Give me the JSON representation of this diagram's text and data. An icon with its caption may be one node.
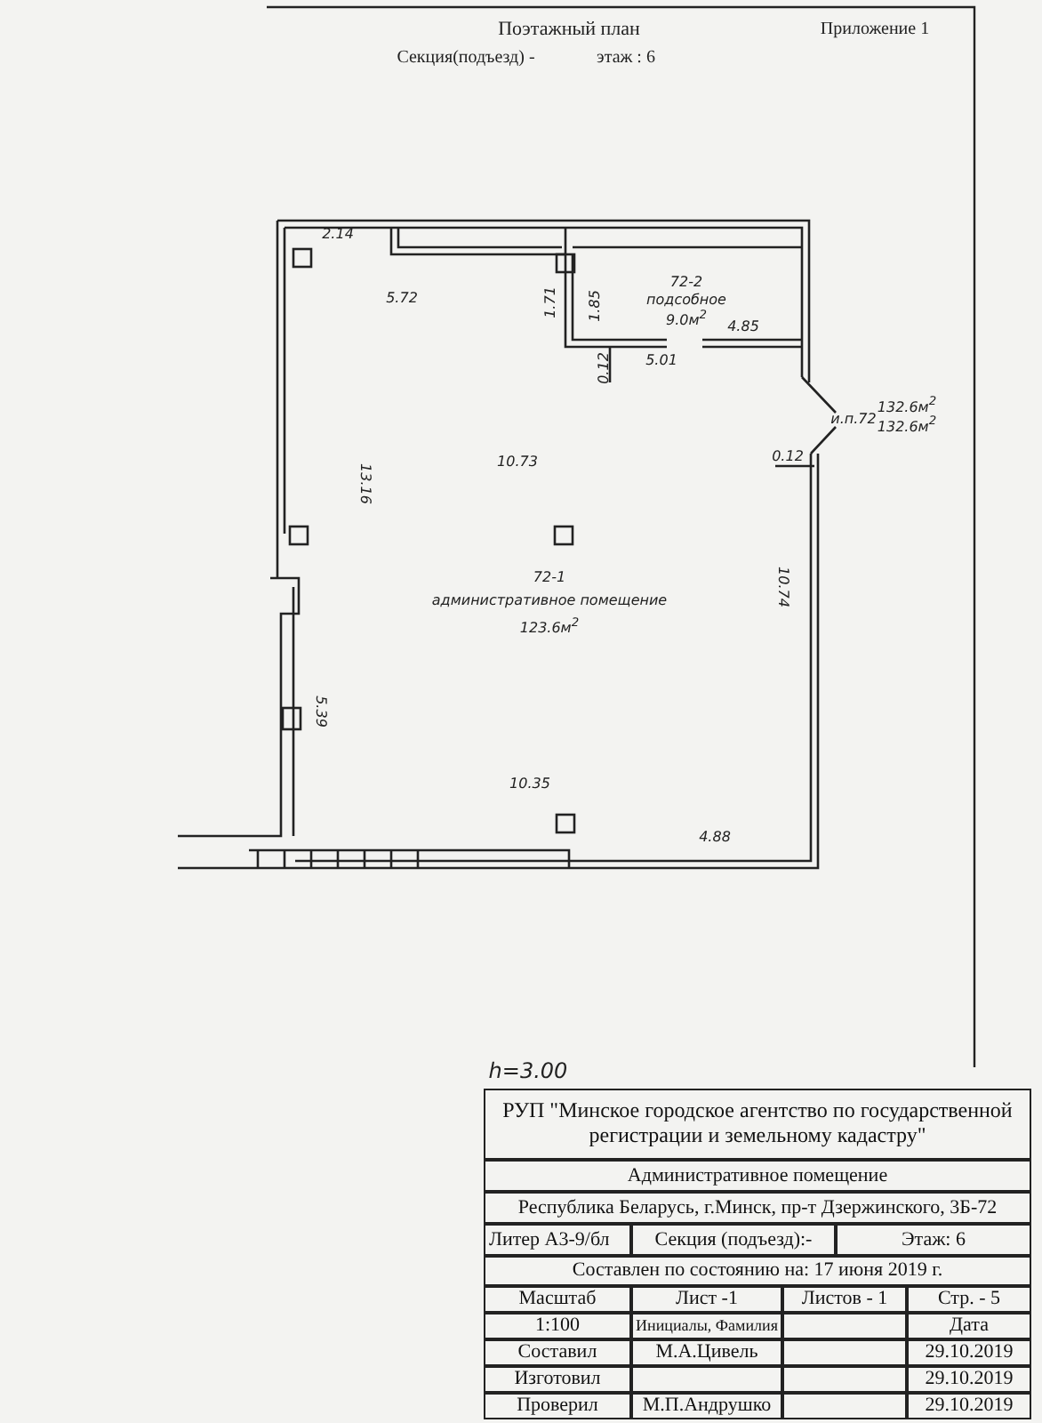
{
  "diagram": {
    "title": "Поэтажный план",
    "nodes": [
      {
        "text": [
          "72-2",
          "подсобное",
          "9.0м$^{2}$"
        ]
      },
      {
        "text": [
          "72-1",
          "административное помещение",
          "123.6м$^{2}$"
        ]
      }
    ],
    "labels": [
      "Приложение 1",
      "Секция(подъезд) -",
      "этаж : 6",
      "2.14",
      "5.72",
      "1.71",
      "1.85",
      "4.85",
      "0.12",
      "5.01",
      "и.п.72",
      "132.6м$^{2}$",
      "132.6м$^{2}$",
      "0.12",
      "10.73",
      "13.16",
      "10.74",
      "5.39",
      "10.35",
      "4.88",
      "h=3.00",
      "РУП \"Минское городское агентство по государственной регистрации и земельному кадастру\"",
      "Административное помещение",
      "Республика Беларусь, г.Минск, пр-т Дзержинского, 3Б-72",
      "Литер А3-9/бл",
      "Секция (подъезд):-",
      "Этаж: 6",
      "Составлен по состоянию на: 17 июня 2019 г.",
      "Масштаб",
      "Лист -1",
      "Листов - 1",
      "Стр. - 5",
      "1:100",
      "Инициалы, Фамилия",
      "Дата",
      "Составил",
      "М.А.Цивель",
      "29.10.2019",
      "Изготовил",
      "29.10.2019",
      "Проверил",
      "М.П.Андрушко",
      "29.10.2019"
    ]
  }
}
